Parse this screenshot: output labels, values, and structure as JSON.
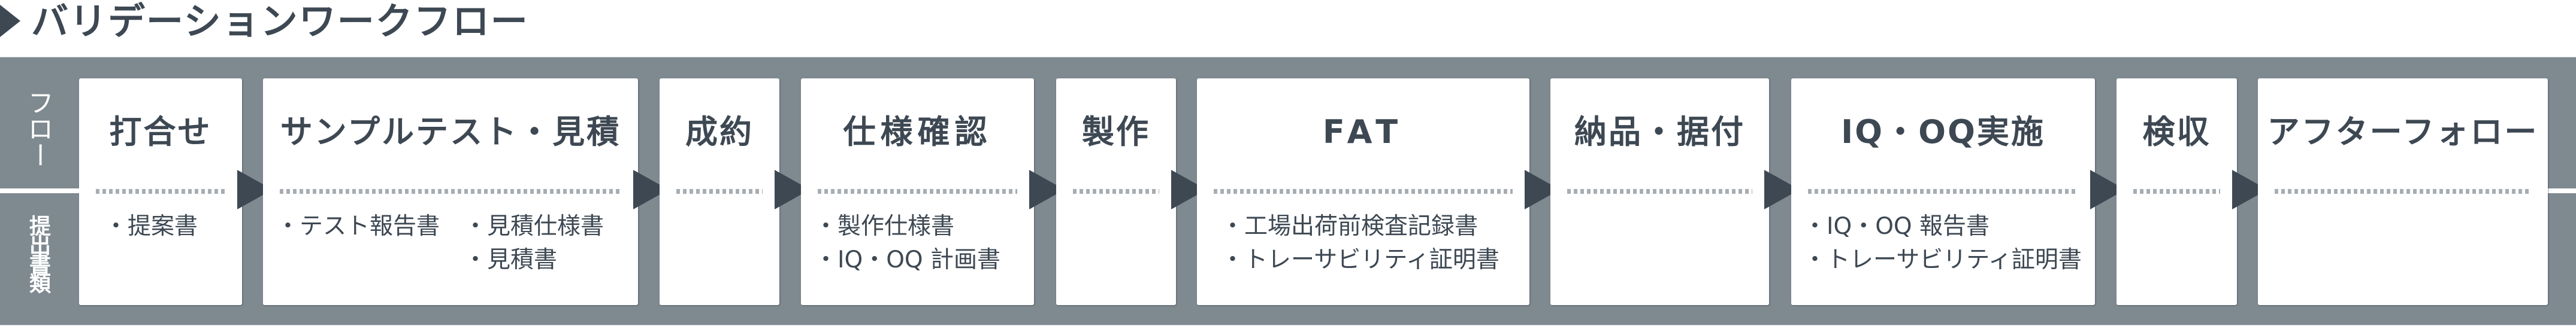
{
  "title": "バリデーションワークフロー",
  "row_labels": {
    "flow": "フロー",
    "documents": "提出書類"
  },
  "colors": {
    "band": "#7f8990",
    "card": "#ffffff",
    "text": "#3d4853",
    "arrow": "#3d4853",
    "divider": "#a7adb2",
    "side_label": "#ffffff"
  },
  "steps": [
    {
      "label": "打合せ",
      "documents": [
        [
          "提案書"
        ]
      ]
    },
    {
      "label": "サンプルテスト・見積",
      "documents": [
        [
          "テスト報告書"
        ],
        [
          "見積仕様書",
          "見積書"
        ]
      ]
    },
    {
      "label": "成約",
      "documents": []
    },
    {
      "label": "仕様確認",
      "documents": [
        [
          "製作仕様書",
          "IQ・OQ 計画書"
        ]
      ]
    },
    {
      "label": "製作",
      "documents": []
    },
    {
      "label": "FAT",
      "documents": [
        [
          "工場出荷前検査記録書",
          "トレーサビリティ証明書"
        ]
      ]
    },
    {
      "label": "納品・据付",
      "documents": []
    },
    {
      "label": "IQ・OQ実施",
      "documents": [
        [
          "IQ・OQ 報告書",
          "トレーサビリティ証明書"
        ]
      ]
    },
    {
      "label": "検収",
      "documents": []
    },
    {
      "label": "アフターフォロー",
      "documents": []
    }
  ]
}
